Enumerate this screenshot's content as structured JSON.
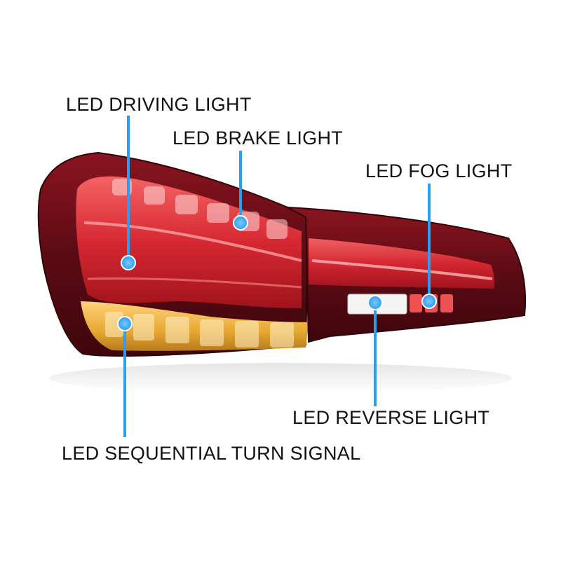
{
  "colors": {
    "callout": "#2a9ef0",
    "callout_dot": "#3aa8f5",
    "lens_dark": "#5a0a12",
    "lens_red": "#d4222c",
    "amber": "#e8a832",
    "reverse_white": "#f4f4f4"
  },
  "callouts": {
    "driving": {
      "label": "LED  DRIVING  LIGHT",
      "icon": "dot-marker"
    },
    "brake": {
      "label": "LED  BRAKE  LIGHT",
      "icon": "dot-marker"
    },
    "fog": {
      "label": "LED FOG LIGHT",
      "icon": "dot-marker"
    },
    "reverse": {
      "label": "LED REVERSE LIGHT",
      "icon": "dot-marker"
    },
    "turn": {
      "label": "LED SEQUENTIAL TURN SIGNAL",
      "icon": "dot-marker"
    }
  }
}
